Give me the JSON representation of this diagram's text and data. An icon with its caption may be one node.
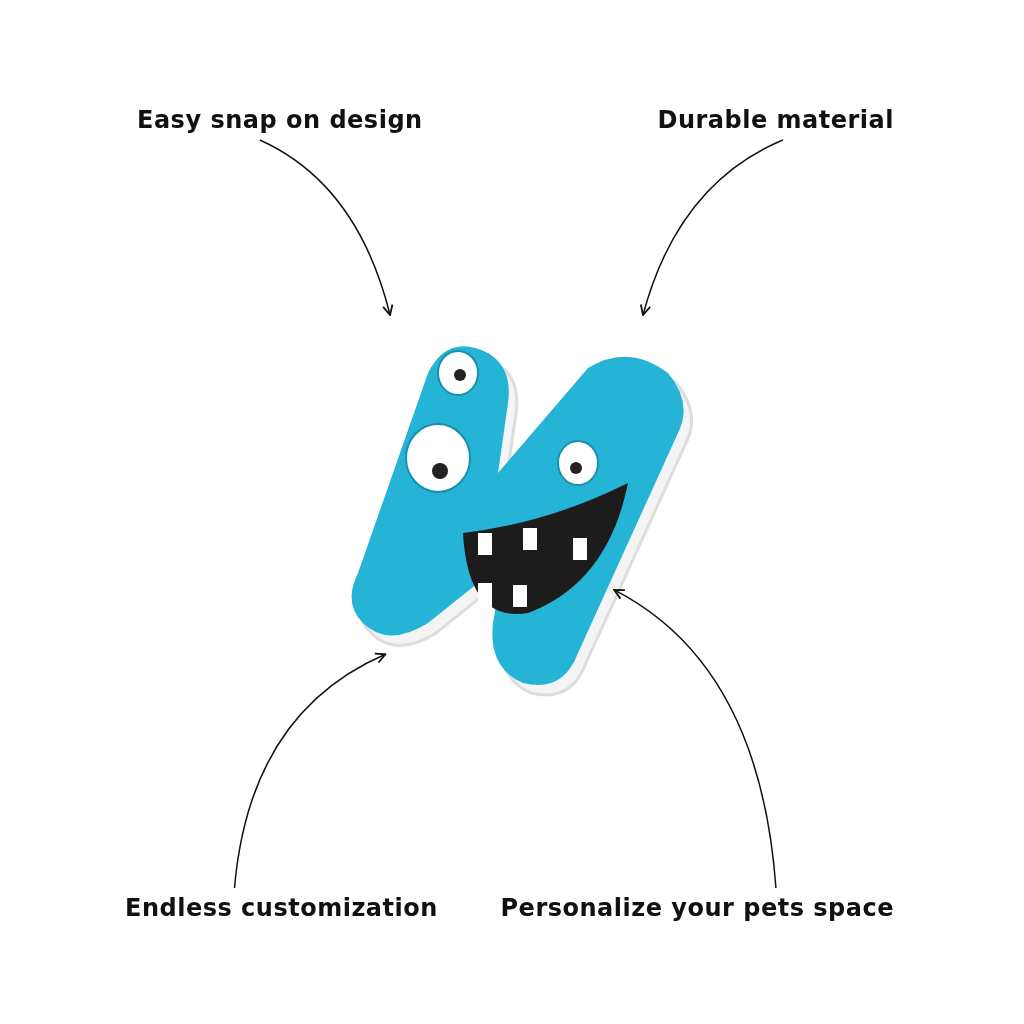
{
  "diagram": {
    "nodes": [
      {
        "text": [
          "Easy snap on design"
        ]
      },
      {
        "text": [
          "Durable material"
        ]
      },
      {
        "text": [],
        "shape": "picture"
      },
      {
        "text": [
          "Endless customization"
        ]
      },
      {
        "text": [
          "Personalize your pets space"
        ]
      }
    ],
    "edges": [
      {
        "from": 0,
        "to": 2,
        "arrow": "to"
      },
      {
        "from": 1,
        "to": 2,
        "arrow": "to"
      },
      {
        "from": 3,
        "to": 2,
        "arrow": "to"
      },
      {
        "from": 4,
        "to": 2,
        "arrow": "to"
      }
    ]
  }
}
